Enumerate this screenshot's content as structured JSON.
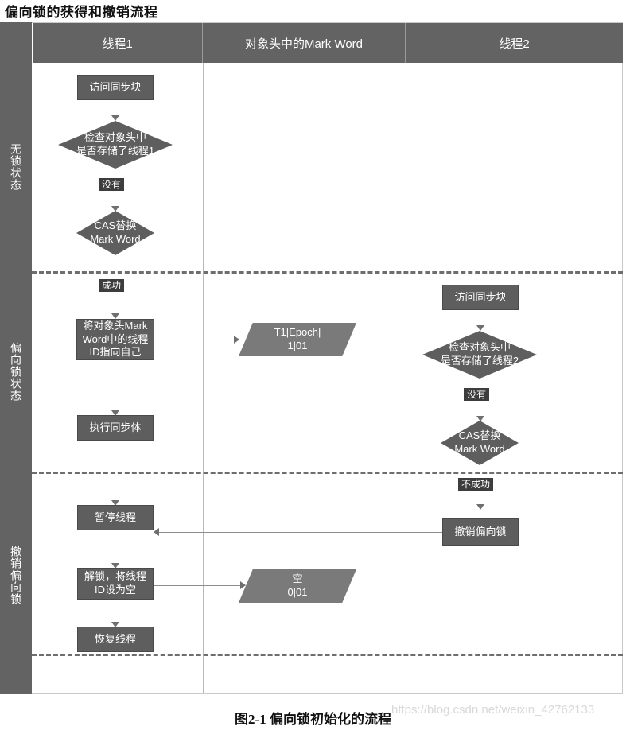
{
  "title": "偏向锁的获得和撤销流程",
  "caption": "图2-1  偏向锁初始化的流程",
  "watermark": "https://blog.csdn.net/weixin_42762133",
  "colors": {
    "node_fill": "#5e5e5e",
    "header_fill": "#636363",
    "sidebar_fill": "#636363",
    "parallelogram_fill": "#7a7a7a",
    "parallelogram_light_fill": "#bdbdbd",
    "edge_label_fill": "#3d3d3d",
    "connector": "#8d8d8d",
    "divider_dash": "#6e6e6e",
    "canvas": "#ffffff"
  },
  "swimlanes": {
    "row_labels": [
      {
        "label": "无锁状态"
      },
      {
        "label": "偏向锁状态"
      },
      {
        "label": "撤销偏向锁"
      }
    ],
    "columns": [
      {
        "label": "线程1"
      },
      {
        "label": "对象头中的Mark Word"
      },
      {
        "label": "线程2"
      }
    ]
  },
  "nodes": {
    "t1_access": "访问同步块",
    "t1_check": "检查对象头中\n是否存储了线程1",
    "t1_cas": "CAS替换\nMark Word",
    "t1_set_id": "将对象头Mark\nWord中的线程\nID指向自己",
    "t1_exec": "执行同步体",
    "t1_pause": "暂停线程",
    "t1_unlock": "解锁，将线程\nID设为空",
    "t1_resume": "恢复线程",
    "mw_biased": "T1|Epoch|\n1|01",
    "mw_empty": "空\n0|01",
    "t2_access": "访问同步块",
    "t2_check": "检查对象头中\n是否存储了线程2",
    "t2_cas": "CAS替换\nMark Word",
    "t2_revoke": "撤销偏向锁"
  },
  "edge_labels": {
    "t1_no": "没有",
    "t1_success": "成功",
    "t2_no": "没有",
    "t2_fail": "不成功"
  },
  "chart_data": {
    "type": "diagram",
    "diagram_kind": "swimlane-flowchart",
    "title": "偏向锁的获得和撤销流程",
    "lanes_x": [
      "线程1",
      "对象头中的Mark Word",
      "线程2"
    ],
    "lanes_y": [
      "无锁状态",
      "偏向锁状态",
      "撤销偏向锁"
    ],
    "steps": [
      {
        "id": "t1_access",
        "lane": "线程1",
        "row": "无锁状态",
        "shape": "rect",
        "text": "访问同步块"
      },
      {
        "id": "t1_check",
        "lane": "线程1",
        "row": "无锁状态",
        "shape": "diamond",
        "text": "检查对象头中是否存储了线程1"
      },
      {
        "id": "t1_cas",
        "lane": "线程1",
        "row": "无锁状态",
        "shape": "diamond",
        "text": "CAS替换 Mark Word"
      },
      {
        "id": "t1_set_id",
        "lane": "线程1",
        "row": "偏向锁状态",
        "shape": "rect",
        "text": "将对象头Mark Word中的线程ID指向自己"
      },
      {
        "id": "mw_biased",
        "lane": "对象头中的Mark Word",
        "row": "偏向锁状态",
        "shape": "parallelogram",
        "text": "T1|Epoch| 1|01"
      },
      {
        "id": "t1_exec",
        "lane": "线程1",
        "row": "偏向锁状态",
        "shape": "rect",
        "text": "执行同步体"
      },
      {
        "id": "t2_access",
        "lane": "线程2",
        "row": "偏向锁状态",
        "shape": "rect",
        "text": "访问同步块"
      },
      {
        "id": "t2_check",
        "lane": "线程2",
        "row": "偏向锁状态",
        "shape": "diamond",
        "text": "检查对象头中是否存储了线程2"
      },
      {
        "id": "t2_cas",
        "lane": "线程2",
        "row": "偏向锁状态",
        "shape": "diamond",
        "text": "CAS替换 Mark Word"
      },
      {
        "id": "t2_revoke",
        "lane": "线程2",
        "row": "撤销偏向锁",
        "shape": "rect",
        "text": "撤销偏向锁"
      },
      {
        "id": "t1_pause",
        "lane": "线程1",
        "row": "撤销偏向锁",
        "shape": "rect",
        "text": "暂停线程"
      },
      {
        "id": "t1_unlock",
        "lane": "线程1",
        "row": "撤销偏向锁",
        "shape": "rect",
        "text": "解锁，将线程ID设为空"
      },
      {
        "id": "mw_empty",
        "lane": "对象头中的Mark Word",
        "row": "撤销偏向锁",
        "shape": "parallelogram",
        "text": "空 0|01"
      },
      {
        "id": "t1_resume",
        "lane": "线程1",
        "row": "撤销偏向锁",
        "shape": "rect",
        "text": "恢复线程"
      }
    ],
    "edges": [
      {
        "from": "t1_access",
        "to": "t1_check",
        "label": ""
      },
      {
        "from": "t1_check",
        "to": "t1_cas",
        "label": "没有"
      },
      {
        "from": "t1_cas",
        "to": "t1_set_id",
        "label": "成功"
      },
      {
        "from": "t1_set_id",
        "to": "mw_biased",
        "label": ""
      },
      {
        "from": "t1_set_id",
        "to": "t1_exec",
        "label": ""
      },
      {
        "from": "t1_exec",
        "to": "t1_pause",
        "label": ""
      },
      {
        "from": "t2_access",
        "to": "t2_check",
        "label": ""
      },
      {
        "from": "t2_check",
        "to": "t2_cas",
        "label": "没有"
      },
      {
        "from": "t2_cas",
        "to": "t2_revoke",
        "label": "不成功"
      },
      {
        "from": "t2_revoke",
        "to": "t1_pause",
        "label": ""
      },
      {
        "from": "t1_pause",
        "to": "t1_unlock",
        "label": ""
      },
      {
        "from": "t1_unlock",
        "to": "mw_empty",
        "label": ""
      },
      {
        "from": "t1_unlock",
        "to": "t1_resume",
        "label": ""
      }
    ]
  }
}
